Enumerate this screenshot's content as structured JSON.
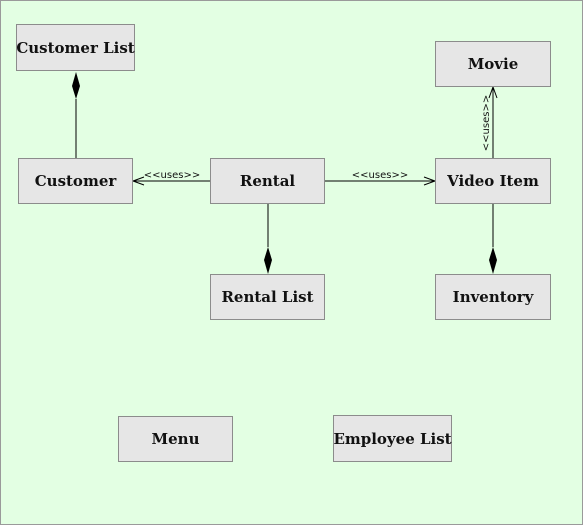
{
  "classes": {
    "customer_list": "Customer List",
    "customer": "Customer",
    "rental": "Rental",
    "rental_list": "Rental List",
    "movie": "Movie",
    "video_item": "Video Item",
    "inventory": "Inventory",
    "menu": "Menu",
    "employee_list": "Employee List"
  },
  "relations": {
    "rental_customer": "<<uses>>",
    "rental_video_item": "<<uses>>",
    "video_item_movie": "<<uses>>"
  },
  "colors": {
    "background": "#e3ffe3",
    "node_fill": "#e6e6e6",
    "node_border": "#8c8c8c"
  }
}
